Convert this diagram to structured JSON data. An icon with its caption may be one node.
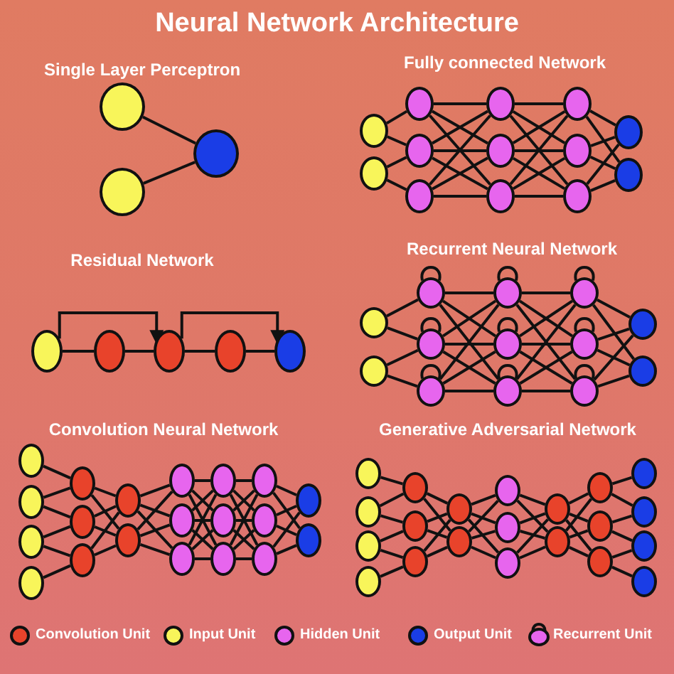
{
  "diagram": {
    "title": "Neural Network Architecture",
    "nodes": [
      {
        "text": [],
        "shape": "circle"
      },
      {
        "text": [],
        "shape": "circle"
      },
      {
        "text": [],
        "shape": "circle"
      },
      {
        "text": [],
        "shape": "circle"
      },
      {
        "text": [],
        "shape": "circle"
      },
      {
        "text": [],
        "shape": "circle"
      },
      {
        "text": [],
        "shape": "circle"
      },
      {
        "text": [],
        "shape": "circle"
      },
      {
        "text": [],
        "shape": "circle"
      },
      {
        "text": [],
        "shape": "circle"
      },
      {
        "text": [],
        "shape": "circle"
      },
      {
        "text": [],
        "shape": "circle"
      },
      {
        "text": [],
        "shape": "circle"
      },
      {
        "text": [],
        "shape": "circle"
      },
      {
        "text": [],
        "shape": "circle"
      },
      {
        "text": [],
        "shape": "circle"
      },
      {
        "text": [],
        "shape": "circle"
      },
      {
        "text": [],
        "shape": "circle"
      },
      {
        "text": [],
        "shape": "circle"
      },
      {
        "text": [],
        "shape": "circle"
      },
      {
        "text": [],
        "shape": "circle"
      },
      {
        "text": [],
        "shape": "circle"
      },
      {
        "text": [],
        "shape": "circle"
      },
      {
        "text": [],
        "shape": "circle"
      },
      {
        "text": [],
        "shape": "circle"
      },
      {
        "text": [],
        "shape": "circle"
      },
      {
        "text": [],
        "shape": "circle"
      },
      {
        "text": [],
        "shape": "circle"
      },
      {
        "text": [],
        "shape": "circle"
      },
      {
        "text": [],
        "shape": "circle"
      },
      {
        "text": [],
        "shape": "circle"
      },
      {
        "text": [],
        "shape": "circle"
      },
      {
        "text": [],
        "shape": "circle"
      },
      {
        "text": [],
        "shape": "circle"
      },
      {
        "text": [],
        "shape": "circle"
      },
      {
        "text": [],
        "shape": "circle"
      },
      {
        "text": [],
        "shape": "circle"
      },
      {
        "text": [],
        "shape": "circle"
      },
      {
        "text": [],
        "shape": "circle"
      },
      {
        "text": [],
        "shape": "circle"
      },
      {
        "text": [],
        "shape": "circle"
      },
      {
        "text": [],
        "shape": "circle"
      },
      {
        "text": [],
        "shape": "circle"
      },
      {
        "text": [],
        "shape": "circle"
      },
      {
        "text": [],
        "shape": "circle"
      },
      {
        "text": [],
        "shape": "circle"
      },
      {
        "text": [],
        "shape": "circle"
      },
      {
        "text": [],
        "shape": "circle"
      },
      {
        "text": [],
        "shape": "circle"
      },
      {
        "text": [],
        "shape": "circle"
      },
      {
        "text": [],
        "shape": "circle"
      },
      {
        "text": [],
        "shape": "circle"
      },
      {
        "text": [],
        "shape": "circle"
      },
      {
        "text": [],
        "shape": "circle"
      },
      {
        "text": [],
        "shape": "circle"
      },
      {
        "text": [],
        "shape": "circle"
      },
      {
        "text": [],
        "shape": "circle"
      },
      {
        "text": [],
        "shape": "circle"
      },
      {
        "text": [],
        "shape": "circle"
      },
      {
        "text": [],
        "shape": "circle"
      },
      {
        "text": [],
        "shape": "circle"
      },
      {
        "text": [],
        "shape": "circle"
      },
      {
        "text": [],
        "shape": "circle"
      },
      {
        "text": [],
        "shape": "circle"
      },
      {
        "text": [],
        "shape": "circle"
      },
      {
        "text": [],
        "shape": "circle"
      },
      {
        "text": [],
        "shape": "circle"
      },
      {
        "text": [],
        "shape": "circle"
      },
      {
        "text": [],
        "shape": "circle"
      },
      {
        "text": [],
        "shape": "circle"
      },
      {
        "text": [],
        "shape": "circle"
      },
      {
        "text": [],
        "shape": "circle"
      },
      {
        "text": [],
        "shape": "circle"
      },
      {
        "text": [],
        "shape": "circle"
      },
      {
        "text": [],
        "shape": "circle"
      }
    ],
    "edges": [
      {
        "from": 0,
        "to": 2,
        "arrow": "none"
      },
      {
        "from": 1,
        "to": 2,
        "arrow": "none"
      },
      {
        "from": 3,
        "to": 5,
        "arrow": "none"
      },
      {
        "from": 3,
        "to": 6,
        "arrow": "none"
      },
      {
        "from": 4,
        "to": 6,
        "arrow": "none"
      },
      {
        "from": 4,
        "to": 7,
        "arrow": "none"
      },
      {
        "from": 5,
        "to": 8,
        "arrow": "none"
      },
      {
        "from": 5,
        "to": 9,
        "arrow": "none"
      },
      {
        "from": 5,
        "to": 10,
        "arrow": "none"
      },
      {
        "from": 6,
        "to": 8,
        "arrow": "none"
      },
      {
        "from": 6,
        "to": 9,
        "arrow": "none"
      },
      {
        "from": 6,
        "to": 10,
        "arrow": "none"
      },
      {
        "from": 7,
        "to": 8,
        "arrow": "none"
      },
      {
        "from": 7,
        "to": 9,
        "arrow": "none"
      },
      {
        "from": 7,
        "to": 10,
        "arrow": "none"
      },
      {
        "from": 8,
        "to": 11,
        "arrow": "none"
      },
      {
        "from": 8,
        "to": 12,
        "arrow": "none"
      },
      {
        "from": 8,
        "to": 13,
        "arrow": "none"
      },
      {
        "from": 9,
        "to": 11,
        "arrow": "none"
      },
      {
        "from": 9,
        "to": 12,
        "arrow": "none"
      },
      {
        "from": 9,
        "to": 13,
        "arrow": "none"
      },
      {
        "from": 10,
        "to": 11,
        "arrow": "none"
      },
      {
        "from": 10,
        "to": 12,
        "arrow": "none"
      },
      {
        "from": 10,
        "to": 13,
        "arrow": "none"
      },
      {
        "from": 11,
        "to": 14,
        "arrow": "none"
      },
      {
        "from": 11,
        "to": 15,
        "arrow": "none"
      },
      {
        "from": 12,
        "to": 14,
        "arrow": "none"
      },
      {
        "from": 12,
        "to": 15,
        "arrow": "none"
      },
      {
        "from": 13,
        "to": 14,
        "arrow": "none"
      },
      {
        "from": 13,
        "to": 15,
        "arrow": "none"
      },
      {
        "from": 16,
        "to": 17,
        "arrow": "none"
      },
      {
        "from": 17,
        "to": 18,
        "arrow": "none"
      },
      {
        "from": 18,
        "to": 19,
        "arrow": "none"
      },
      {
        "from": 19,
        "to": 20,
        "arrow": "none"
      },
      {
        "from": 16,
        "to": 18,
        "arrow": "to"
      },
      {
        "from": 18,
        "to": 20,
        "arrow": "to"
      },
      {
        "from": 21,
        "to": 23,
        "arrow": "none"
      },
      {
        "from": 21,
        "to": 24,
        "arrow": "none"
      },
      {
        "from": 22,
        "to": 24,
        "arrow": "none"
      },
      {
        "from": 22,
        "to": 25,
        "arrow": "none"
      },
      {
        "from": 23,
        "to": 26,
        "arrow": "none"
      },
      {
        "from": 23,
        "to": 27,
        "arrow": "none"
      },
      {
        "from": 23,
        "to": 28,
        "arrow": "none"
      },
      {
        "from": 24,
        "to": 26,
        "arrow": "none"
      },
      {
        "from": 24,
        "to": 27,
        "arrow": "none"
      },
      {
        "from": 24,
        "to": 28,
        "arrow": "none"
      },
      {
        "from": 25,
        "to": 26,
        "arrow": "none"
      },
      {
        "from": 25,
        "to": 27,
        "arrow": "none"
      },
      {
        "from": 25,
        "to": 28,
        "arrow": "none"
      },
      {
        "from": 26,
        "to": 29,
        "arrow": "none"
      },
      {
        "from": 26,
        "to": 30,
        "arrow": "none"
      },
      {
        "from": 26,
        "to": 31,
        "arrow": "none"
      },
      {
        "from": 27,
        "to": 29,
        "arrow": "none"
      },
      {
        "from": 27,
        "to": 30,
        "arrow": "none"
      },
      {
        "from": 27,
        "to": 31,
        "arrow": "none"
      },
      {
        "from": 28,
        "to": 29,
        "arrow": "none"
      },
      {
        "from": 28,
        "to": 30,
        "arrow": "none"
      },
      {
        "from": 28,
        "to": 31,
        "arrow": "none"
      },
      {
        "from": 29,
        "to": 32,
        "arrow": "none"
      },
      {
        "from": 29,
        "to": 33,
        "arrow": "none"
      },
      {
        "from": 30,
        "to": 32,
        "arrow": "none"
      },
      {
        "from": 30,
        "to": 33,
        "arrow": "none"
      },
      {
        "from": 31,
        "to": 32,
        "arrow": "none"
      },
      {
        "from": 31,
        "to": 33,
        "arrow": "none"
      },
      {
        "from": 23,
        "to": 23,
        "arrow": "none"
      },
      {
        "from": 24,
        "to": 24,
        "arrow": "none"
      },
      {
        "from": 25,
        "to": 25,
        "arrow": "none"
      },
      {
        "from": 26,
        "to": 26,
        "arrow": "none"
      },
      {
        "from": 27,
        "to": 27,
        "arrow": "none"
      },
      {
        "from": 28,
        "to": 28,
        "arrow": "none"
      },
      {
        "from": 29,
        "to": 29,
        "arrow": "none"
      },
      {
        "from": 30,
        "to": 30,
        "arrow": "none"
      },
      {
        "from": 31,
        "to": 31,
        "arrow": "none"
      },
      {
        "from": 34,
        "to": 38,
        "arrow": "none"
      },
      {
        "from": 35,
        "to": 38,
        "arrow": "none"
      },
      {
        "from": 35,
        "to": 39,
        "arrow": "none"
      },
      {
        "from": 36,
        "to": 39,
        "arrow": "none"
      },
      {
        "from": 36,
        "to": 40,
        "arrow": "none"
      },
      {
        "from": 37,
        "to": 40,
        "arrow": "none"
      },
      {
        "from": 38,
        "to": 41,
        "arrow": "none"
      },
      {
        "from": 38,
        "to": 42,
        "arrow": "none"
      },
      {
        "from": 39,
        "to": 41,
        "arrow": "none"
      },
      {
        "from": 39,
        "to": 42,
        "arrow": "none"
      },
      {
        "from": 40,
        "to": 41,
        "arrow": "none"
      },
      {
        "from": 40,
        "to": 42,
        "arrow": "none"
      },
      {
        "from": 41,
        "to": 43,
        "arrow": "none"
      },
      {
        "from": 41,
        "to": 44,
        "arrow": "none"
      },
      {
        "from": 41,
        "to": 45,
        "arrow": "none"
      },
      {
        "from": 42,
        "to": 43,
        "arrow": "none"
      },
      {
        "from": 42,
        "to": 44,
        "arrow": "none"
      },
      {
        "from": 42,
        "to": 45,
        "arrow": "none"
      },
      {
        "from": 43,
        "to": 46,
        "arrow": "none"
      },
      {
        "from": 43,
        "to": 47,
        "arrow": "none"
      },
      {
        "from": 43,
        "to": 48,
        "arrow": "none"
      },
      {
        "from": 44,
        "to": 46,
        "arrow": "none"
      },
      {
        "from": 44,
        "to": 47,
        "arrow": "none"
      },
      {
        "from": 44,
        "to": 48,
        "arrow": "none"
      },
      {
        "from": 45,
        "to": 46,
        "arrow": "none"
      },
      {
        "from": 45,
        "to": 47,
        "arrow": "none"
      },
      {
        "from": 45,
        "to": 48,
        "arrow": "none"
      },
      {
        "from": 46,
        "to": 49,
        "arrow": "none"
      },
      {
        "from": 46,
        "to": 50,
        "arrow": "none"
      },
      {
        "from": 46,
        "to": 51,
        "arrow": "none"
      },
      {
        "from": 47,
        "to": 49,
        "arrow": "none"
      },
      {
        "from": 47,
        "to": 50,
        "arrow": "none"
      },
      {
        "from": 47,
        "to": 51,
        "arrow": "none"
      },
      {
        "from": 48,
        "to": 49,
        "arrow": "none"
      },
      {
        "from": 48,
        "to": 50,
        "arrow": "none"
      },
      {
        "from": 48,
        "to": 51,
        "arrow": "none"
      },
      {
        "from": 49,
        "to": 52,
        "arrow": "none"
      },
      {
        "from": 49,
        "to": 53,
        "arrow": "none"
      },
      {
        "from": 50,
        "to": 52,
        "arrow": "none"
      },
      {
        "from": 50,
        "to": 53,
        "arrow": "none"
      },
      {
        "from": 51,
        "to": 52,
        "arrow": "none"
      },
      {
        "from": 51,
        "to": 53,
        "arrow": "none"
      },
      {
        "from": 54,
        "to": 58,
        "arrow": "none"
      },
      {
        "from": 55,
        "to": 58,
        "arrow": "none"
      },
      {
        "from": 55,
        "to": 59,
        "arrow": "none"
      },
      {
        "from": 56,
        "to": 59,
        "arrow": "none"
      },
      {
        "from": 56,
        "to": 60,
        "arrow": "none"
      },
      {
        "from": 57,
        "to": 60,
        "arrow": "none"
      },
      {
        "from": 58,
        "to": 61,
        "arrow": "none"
      },
      {
        "from": 58,
        "to": 62,
        "arrow": "none"
      },
      {
        "from": 59,
        "to": 61,
        "arrow": "none"
      },
      {
        "from": 59,
        "to": 62,
        "arrow": "none"
      },
      {
        "from": 60,
        "to": 61,
        "arrow": "none"
      },
      {
        "from": 60,
        "to": 62,
        "arrow": "none"
      },
      {
        "from": 61,
        "to": 63,
        "arrow": "none"
      },
      {
        "from": 61,
        "to": 64,
        "arrow": "none"
      },
      {
        "from": 61,
        "to": 65,
        "arrow": "none"
      },
      {
        "from": 62,
        "to": 63,
        "arrow": "none"
      },
      {
        "from": 62,
        "to": 64,
        "arrow": "none"
      },
      {
        "from": 62,
        "to": 65,
        "arrow": "none"
      },
      {
        "from": 63,
        "to": 66,
        "arrow": "none"
      },
      {
        "from": 63,
        "to": 67,
        "arrow": "none"
      },
      {
        "from": 64,
        "to": 66,
        "arrow": "none"
      },
      {
        "from": 64,
        "to": 67,
        "arrow": "none"
      },
      {
        "from": 65,
        "to": 66,
        "arrow": "none"
      },
      {
        "from": 65,
        "to": 67,
        "arrow": "none"
      },
      {
        "from": 66,
        "to": 68,
        "arrow": "none"
      },
      {
        "from": 66,
        "to": 69,
        "arrow": "none"
      },
      {
        "from": 66,
        "to": 70,
        "arrow": "none"
      },
      {
        "from": 67,
        "to": 68,
        "arrow": "none"
      },
      {
        "from": 67,
        "to": 69,
        "arrow": "none"
      },
      {
        "from": 67,
        "to": 70,
        "arrow": "none"
      },
      {
        "from": 68,
        "to": 71,
        "arrow": "none"
      },
      {
        "from": 68,
        "to": 72,
        "arrow": "none"
      },
      {
        "from": 69,
        "to": 72,
        "arrow": "none"
      },
      {
        "from": 69,
        "to": 73,
        "arrow": "none"
      },
      {
        "from": 70,
        "to": 73,
        "arrow": "none"
      },
      {
        "from": 70,
        "to": 74,
        "arrow": "none"
      }
    ],
    "labels": [
      "Single Layer Perceptron",
      "Fully connected Network",
      "Residual Network",
      "Recurrent Neural Network",
      "Convolution Neural Network",
      "Generative Adversarial Network"
    ],
    "legend": [
      {
        "text": "Convolution Unit",
        "color": "#e8432b"
      },
      {
        "text": "Input Unit",
        "color": "#f8f55a"
      },
      {
        "text": "Hidden Unit",
        "color": "#e765ee"
      },
      {
        "text": "Output Unit",
        "color": "#1a3de6"
      },
      {
        "text": "Recurrent Unit"
      }
    ]
  }
}
